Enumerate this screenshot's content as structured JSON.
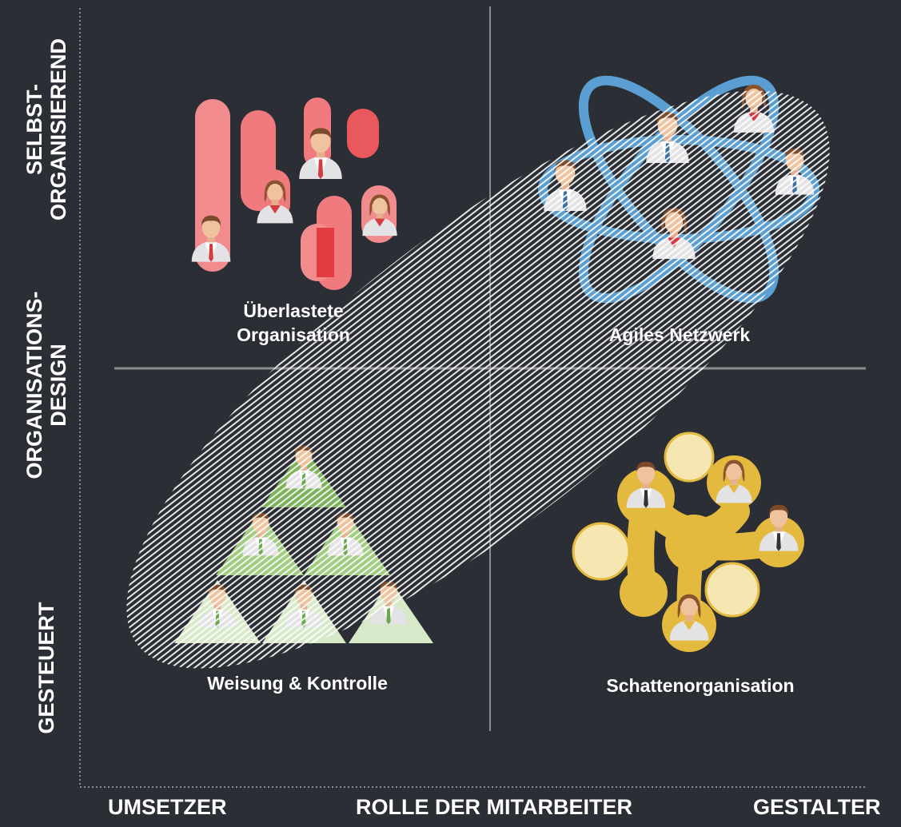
{
  "axes": {
    "x_left": "UMSETZER",
    "x_center": "ROLLE DER MITARBEITER",
    "x_right": "GESTALTER",
    "y_top_line1": "SELBST-",
    "y_top_line2": "ORGANISIEREND",
    "y_mid_line1": "ORGANISATIONS-",
    "y_mid_line2": "DESIGN",
    "y_bottom": "GESTEUERT"
  },
  "quadrants": {
    "top_left_line1": "Überlastete",
    "top_left_line2": "Organisation",
    "top_right": "Agiles Netzwerk",
    "bottom_left": "Weisung & Kontrolle",
    "bottom_right": "Schattenorganisation"
  },
  "colors": {
    "background": "#2b2e34",
    "divider": "#8a8c8f",
    "red_bar": "#f07a7d",
    "red_dark": "#e23b41",
    "blue_orbit": "#5b9ed1",
    "green": "#8cc06b",
    "green_light": "#d7e9c8",
    "gold": "#e4ba3e",
    "cream": "#f6e6b2",
    "stripe": "#ffffff"
  },
  "icons": [
    "overloaded-bars-icon",
    "atom-network-icon",
    "pyramid-hierarchy-icon",
    "shadow-network-icon",
    "person-avatar-icon"
  ]
}
